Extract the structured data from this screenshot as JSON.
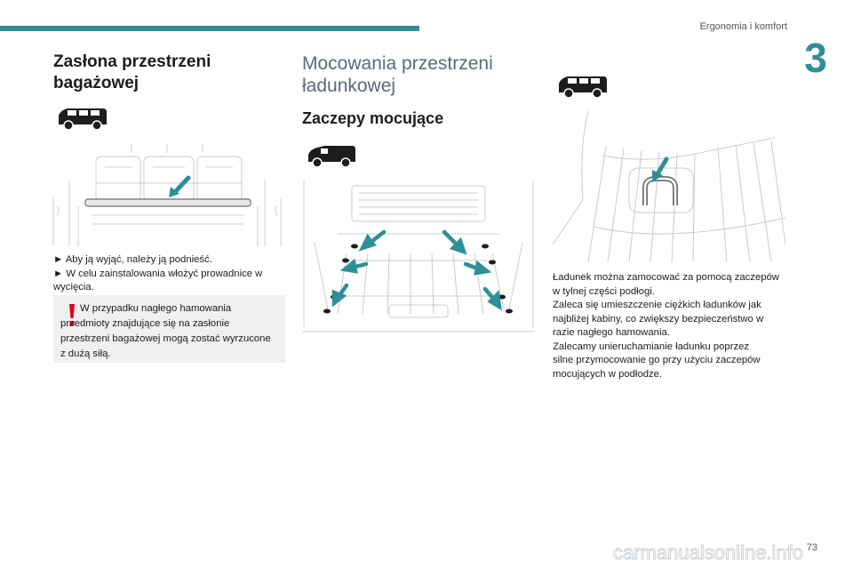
{
  "header": {
    "section": "Ergonomia i komfort",
    "chapter": "3"
  },
  "col1": {
    "title": "Zasłona przestrzeni bagażowej",
    "title_line1": "Zasłona przestrzeni",
    "title_line2": "bagażowej",
    "instructions": [
      "► Aby ją wyjąć, należy ją podnieść.",
      "► W celu zainstalowania włożyć prowadnice w wycięcia."
    ],
    "instr1": "► Aby ją wyjąć, należy ją podnieść.",
    "instr2a": "► W celu zainstalowania włożyć prowadnice w",
    "instr2b": "wycięcia.",
    "warning": "W przypadku nagłego hamowania przedmioty znajdujące się na zasłonie przestrzeni bagażowej mogą zostać wyrzucone z dużą siłą."
  },
  "col2": {
    "title_line1": "Mocowania przestrzeni",
    "title_line2": "ładunkowej",
    "subtitle": "Zaczepy mocujące"
  },
  "col3": {
    "paragraph_lines": [
      "Ładunek można zamocować za pomocą zaczepów",
      "w tylnej części podłogi.",
      "Zaleca się umieszczenie ciężkich ładunków jak",
      "najbliżej kabiny, co zwiększy bezpieczeństwo w",
      "razie nagłego hamowania.",
      "Zalecamy unieruchamianie ładunku poprzez",
      "silne przymocowanie go przy użyciu zaczepów",
      "mocujących w podłodze."
    ]
  },
  "footer": {
    "page_number": "73",
    "watermark": "carmanualsonline.info"
  },
  "colors": {
    "accent": "#2f8f98",
    "warning_red": "#e2001a",
    "warning_bg": "#eef0f1"
  }
}
